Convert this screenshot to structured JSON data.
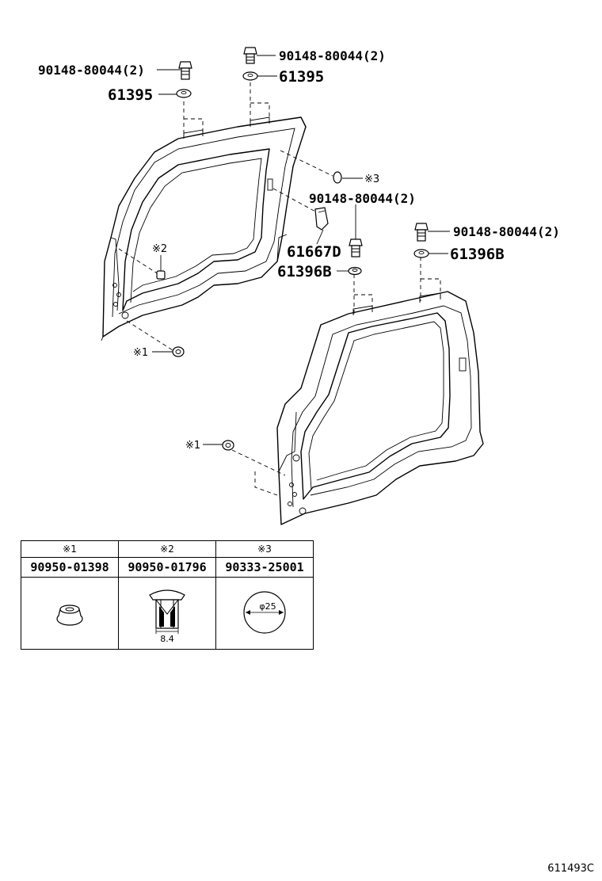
{
  "callouts": {
    "bolt_top_left": "90148-80044(2)",
    "washer_top_left": "61395",
    "bolt_top_center": "90148-80044(2)",
    "washer_top_center": "61395",
    "ref3_label": "※3",
    "bolt_mid_center": "90148-80044(2)",
    "clip_mid": "61667D",
    "washer_mid": "61396B",
    "bolt_right": "90148-80044(2)",
    "washer_right": "61396B",
    "ref2_label": "※2",
    "ref1_label_upper": "※1",
    "ref1_label_lower": "※1"
  },
  "legend": {
    "columns": [
      {
        "ref": "※1",
        "part_no": "90950-01398",
        "icon": "grommet-icon"
      },
      {
        "ref": "※2",
        "part_no": "90950-01796",
        "icon": "clip-icon",
        "dimension": "8.4"
      },
      {
        "ref": "※3",
        "part_no": "90333-25001",
        "icon": "round-seal-icon",
        "dimension": "φ25"
      }
    ]
  },
  "illustration_id": "611493C"
}
